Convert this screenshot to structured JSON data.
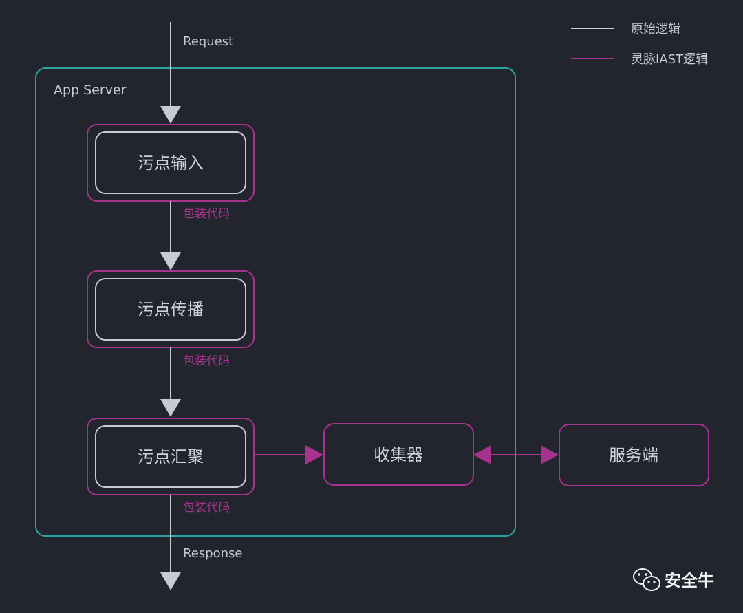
{
  "colors": {
    "background": "#22252d",
    "original_logic": "#c8cbd1",
    "iast_logic": "#a8338f",
    "app_server_border": "#2aa6a0",
    "text": "#c8cbd1"
  },
  "legend": {
    "original": "原始逻辑",
    "iast": "灵脉IAST逻辑"
  },
  "app_server": {
    "label": "App Server"
  },
  "flow": {
    "request": "Request",
    "response": "Response"
  },
  "nodes": {
    "taint_input": "污点输入",
    "taint_propagation": "污点传播",
    "taint_sink": "污点汇聚",
    "collector": "收集器",
    "server": "服务端"
  },
  "wrap_labels": {
    "input": "包装代码",
    "propagation": "包装代码",
    "sink": "包装代码"
  },
  "watermark": {
    "icon": "wechat-icon",
    "text": "安全牛"
  }
}
